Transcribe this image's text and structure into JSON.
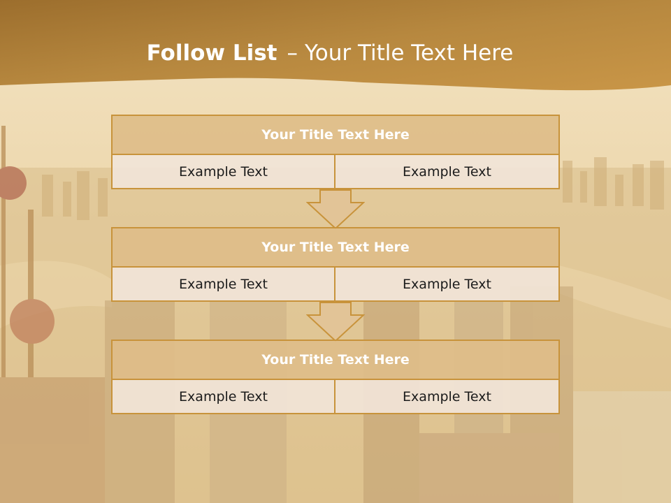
{
  "header": {
    "title_bold": "Follow List",
    "title_sep": "–",
    "title_rest": "Your Title Text Here"
  },
  "blocks": [
    {
      "title": "Your Title Text Here",
      "cells": [
        "Example Text",
        "Example Text"
      ]
    },
    {
      "title": "Your Title Text Here",
      "cells": [
        "Example Text",
        "Example Text"
      ]
    },
    {
      "title": "Your Title Text Here",
      "cells": [
        "Example Text",
        "Example Text"
      ]
    }
  ],
  "colors": {
    "banner": "#a8762f",
    "block_title_fill": "#debd89",
    "border": "#c8933b",
    "cell_fill": "#f1e4d7",
    "arrow_fill": "#e2c497"
  }
}
